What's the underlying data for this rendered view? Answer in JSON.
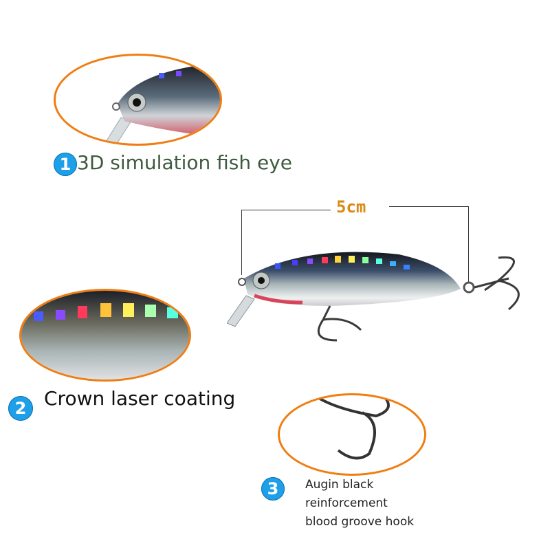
{
  "features": [
    {
      "number": "1",
      "label": "3D simulation fish eye"
    },
    {
      "number": "2",
      "label": "Crown laser coating"
    },
    {
      "number": "3",
      "label_lines": [
        "Augin black",
        "reinforcement",
        "blood groove hook"
      ]
    }
  ],
  "dimension": {
    "label": "5cm"
  },
  "colors": {
    "accent_orange": "#f07d12",
    "badge_blue": "#1ea0e8",
    "dimension_text": "#d98a14"
  }
}
